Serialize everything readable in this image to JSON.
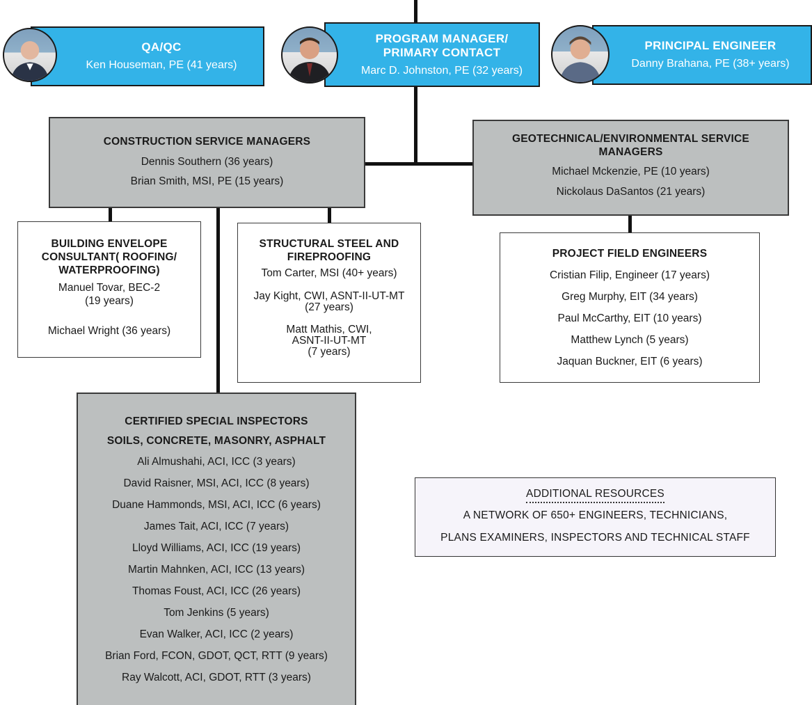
{
  "header": {
    "qa_qc": {
      "title": "QA/QC",
      "name": "Ken Houseman, PE (41 years)"
    },
    "program_manager": {
      "title_line1": "PROGRAM MANAGER/",
      "title_line2": "PRIMARY CONTACT",
      "name": "Marc D. Johnston, PE (32 years)"
    },
    "principal_engineer": {
      "title": "PRINCIPAL ENGINEER",
      "name": "Danny Brahana, PE (38+ years)"
    }
  },
  "construction_managers": {
    "title": "CONSTRUCTION SERVICE MANAGERS",
    "members": [
      "Dennis Southern (36 years)",
      "Brian Smith, MSI, PE (15 years)"
    ]
  },
  "geo_env_managers": {
    "title_line1": "GEOTECHNICAL/ENVIRONMENTAL SERVICE",
    "title_line2": "MANAGERS",
    "members": [
      "Michael Mckenzie, PE (10 years)",
      "Nickolaus DaSantos (21 years)"
    ]
  },
  "building_envelope": {
    "title_line1": "BUILDING ENVELOPE",
    "title_line2": "CONSULTANT( ROOFING/",
    "title_line3": "WATERPROOFING)",
    "m1_line1": "Manuel Tovar, BEC-2",
    "m1_line2": "(19  years)",
    "m2": "Michael Wright (36 years)"
  },
  "structural_steel": {
    "title_line1": "STRUCTURAL STEEL AND",
    "title_line2": "FIREPROOFING",
    "m1": "Tom Carter, MSI (40+ years)",
    "m2_line1": "Jay Kight, CWI, ASNT-II-UT-MT",
    "m2_line2": "(27 years)",
    "m3_line1": "Matt Mathis, CWI,",
    "m3_line2": "ASNT-II-UT-MT",
    "m3_line3": "(7 years)"
  },
  "field_engineers": {
    "title": "PROJECT FIELD ENGINEERS",
    "members": [
      "Cristian Filip, Engineer (17 years)",
      "Greg Murphy, EIT (34 years)",
      "Paul McCarthy, EIT (10 years)",
      "Matthew Lynch (5 years)",
      "Jaquan Buckner, EIT (6 years)"
    ]
  },
  "special_inspectors": {
    "title_line1": "CERTIFIED SPECIAL INSPECTORS",
    "title_line2": "SOILS, CONCRETE, MASONRY, ASPHALT",
    "members": [
      "Ali Almushahi, ACI, ICC (3 years)",
      "David Raisner, MSI, ACI, ICC (8 years)",
      "Duane Hammonds, MSI, ACI, ICC (6 years)",
      "James Tait, ACI, ICC (7 years)",
      "Lloyd Williams, ACI, ICC (19 years)",
      "Martin Mahnken, ACI, ICC (13 years)",
      "Thomas Foust, ACI, ICC (26 years)",
      "Tom Jenkins (5 years)",
      "Evan Walker, ACI, ICC (2 years)",
      "Brian Ford, FCON, GDOT, QCT, RTT (9 years)",
      "Ray Walcott, ACI, GDOT, RTT (3 years)"
    ]
  },
  "additional_resources": {
    "title": "ADDITIONAL RESOURCES",
    "line1": "A NETWORK OF 650+ ENGINEERS, TECHNICIANS,",
    "line2": "PLANS EXAMINERS, INSPECTORS AND TECHNICAL STAFF"
  },
  "colors": {
    "header_blue": "#33b3e8",
    "box_gray": "#bcbfbf",
    "line": "#111111"
  }
}
